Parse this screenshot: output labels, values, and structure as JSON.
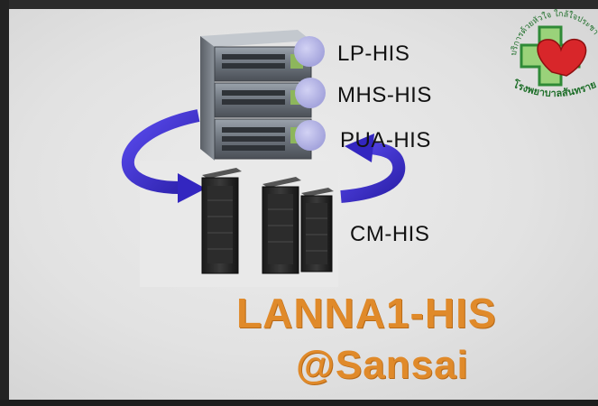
{
  "servers": {
    "top_labels": [
      "LP-HIS",
      "MHS-HIS",
      "PUA-HIS"
    ],
    "bottom_label": "CM-HIS"
  },
  "title": {
    "line1": "LANNA1-HIS",
    "line2": "@Sansai"
  },
  "colors": {
    "title": "#e08a2a",
    "arrow": "#4a3ad6",
    "node_circle": "#b9b9e8"
  },
  "logo": {
    "icon": "hospital-heart-cross-logo",
    "top_text": "บริการด้วยหัวใจ ใกล้ใจประชา",
    "bottom_text": "โรงพยาบาลสันทราย"
  }
}
